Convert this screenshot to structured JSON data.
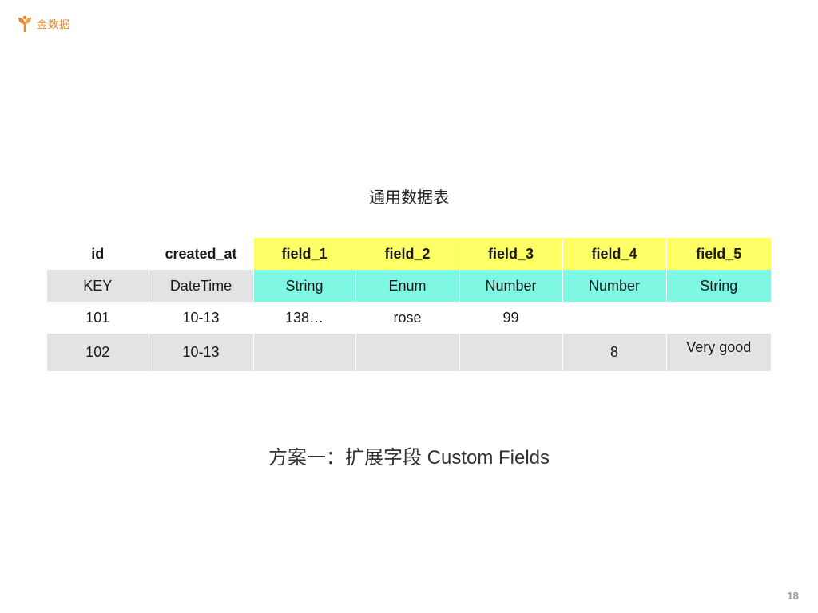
{
  "header": {
    "logo_text": "金数据",
    "logo_icon": "sprout-icon",
    "brand_color": "#e8892b"
  },
  "table": {
    "title": "通用数据表",
    "columns": [
      "id",
      "created_at",
      "field_1",
      "field_2",
      "field_3",
      "field_4",
      "field_5"
    ],
    "types": [
      "KEY",
      "DateTime",
      "String",
      "Enum",
      "Number",
      "Number",
      "String"
    ],
    "rows": [
      [
        "101",
        "10-13",
        "138…",
        "rose",
        "99",
        "",
        ""
      ],
      [
        "102",
        "10-13",
        "",
        "",
        "",
        "8",
        "Very good"
      ]
    ],
    "header_highlight_color": "#ffff66",
    "type_highlight_color": "#7ef7e3",
    "stripe_color": "#e3e3e6"
  },
  "subtitle": "方案一：扩展字段 Custom Fields",
  "page_number": "18"
}
